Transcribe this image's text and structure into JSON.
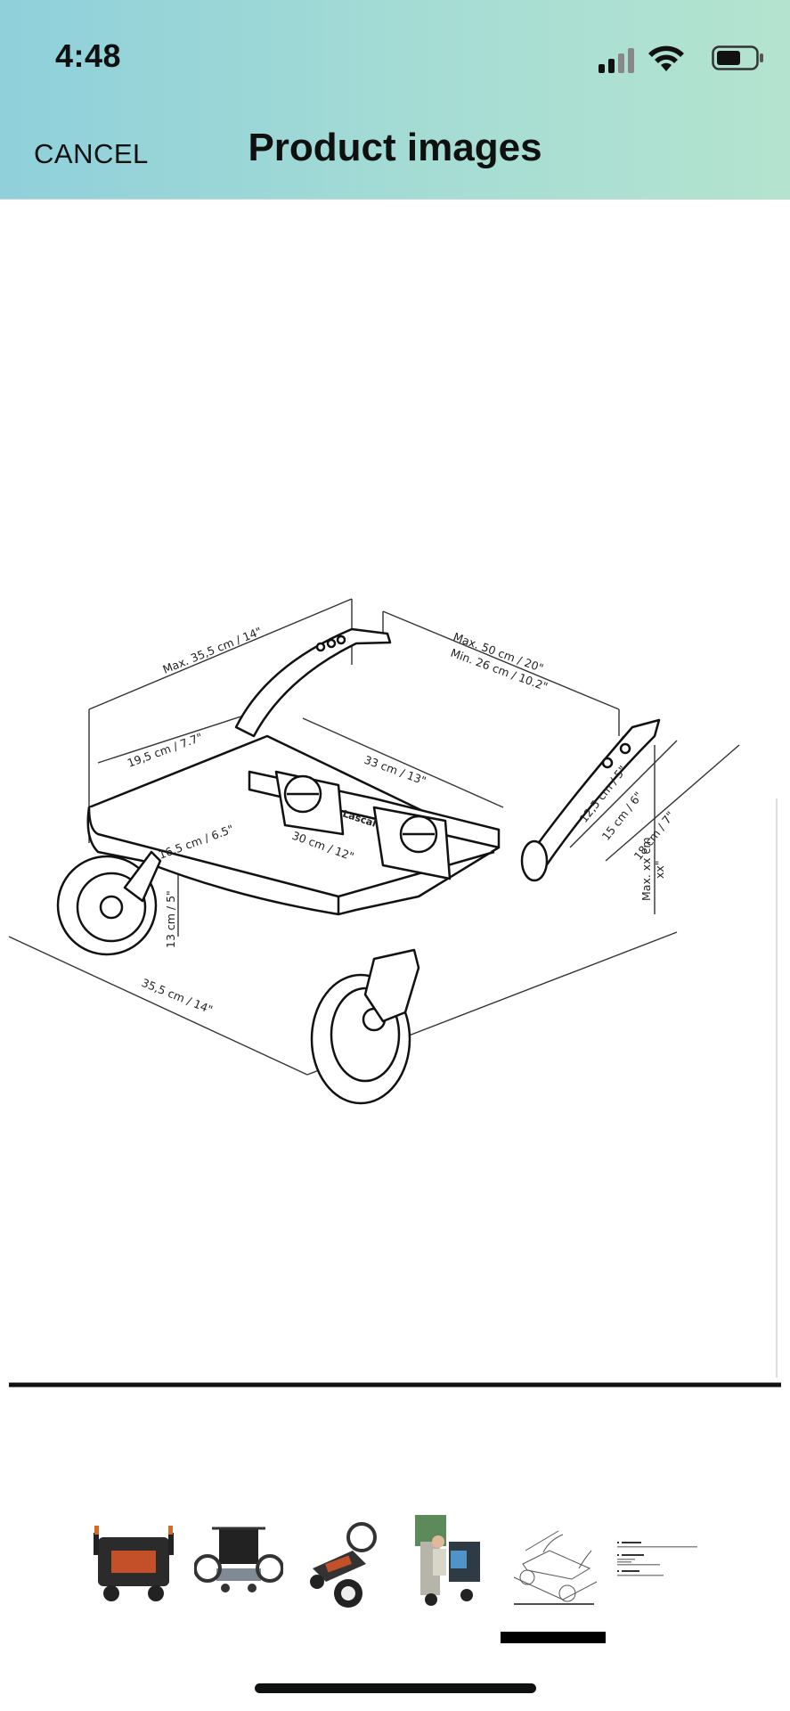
{
  "status_bar": {
    "time": "4:48"
  },
  "header": {
    "cancel_label": "CANCEL",
    "title": "Product images"
  },
  "main_image": {
    "icon": "stroller-board-dimension-drawing",
    "labels": {
      "dim_max_height": "Max. 35,5 cm / 14\"",
      "dim_max_width_1": "Max. 50 cm / 20\"",
      "dim_max_width_2": "Min. 26 cm / 10.2\"",
      "dim_board_depth": "19,5 cm / 7.7\"",
      "dim_connector": "33 cm / 13\"",
      "dim_board_inner": "16,5 cm / 6.5\"",
      "dim_board_len": "30 cm / 12\"",
      "dim_arm_1": "12,5 cm / 5\"",
      "dim_arm_2": "15 cm / 6\"",
      "dim_arm_3": "18 cm / 7\"",
      "dim_max_xx": "Max. xx cm",
      "dim_xx": "xx\"",
      "dim_wheel_height": "13 cm / 5\"",
      "dim_base": "35,5 cm / 14\"",
      "brand_mark": "Lascal"
    }
  },
  "thumbnails": [
    {
      "name": "thumb-board-front",
      "icon": "stroller-board-photo"
    },
    {
      "name": "thumb-board-on-stroller",
      "icon": "stroller-photo"
    },
    {
      "name": "thumb-board-side",
      "icon": "stroller-board-side-photo"
    },
    {
      "name": "thumb-child-riding",
      "icon": "child-riding-photo"
    },
    {
      "name": "thumb-dimension-drawing",
      "icon": "dimension-drawing",
      "selected": true
    },
    {
      "name": "thumb-spec-text",
      "icon": "spec-text-image"
    }
  ]
}
